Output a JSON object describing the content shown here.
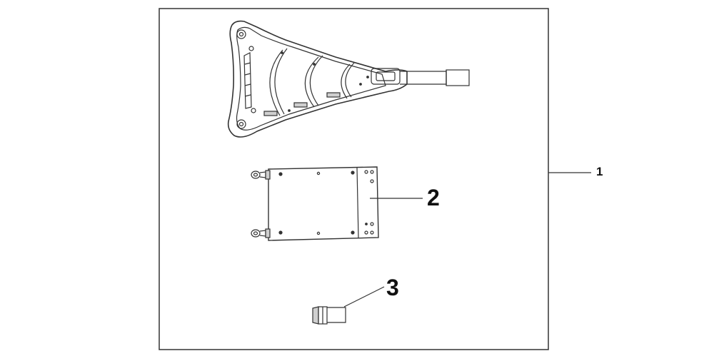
{
  "callouts": {
    "assembly": "1",
    "plate": "2",
    "strap": "3"
  },
  "colors": {
    "line": "#333333",
    "fill": "#ffffff",
    "shade": "#cfcfcf"
  }
}
